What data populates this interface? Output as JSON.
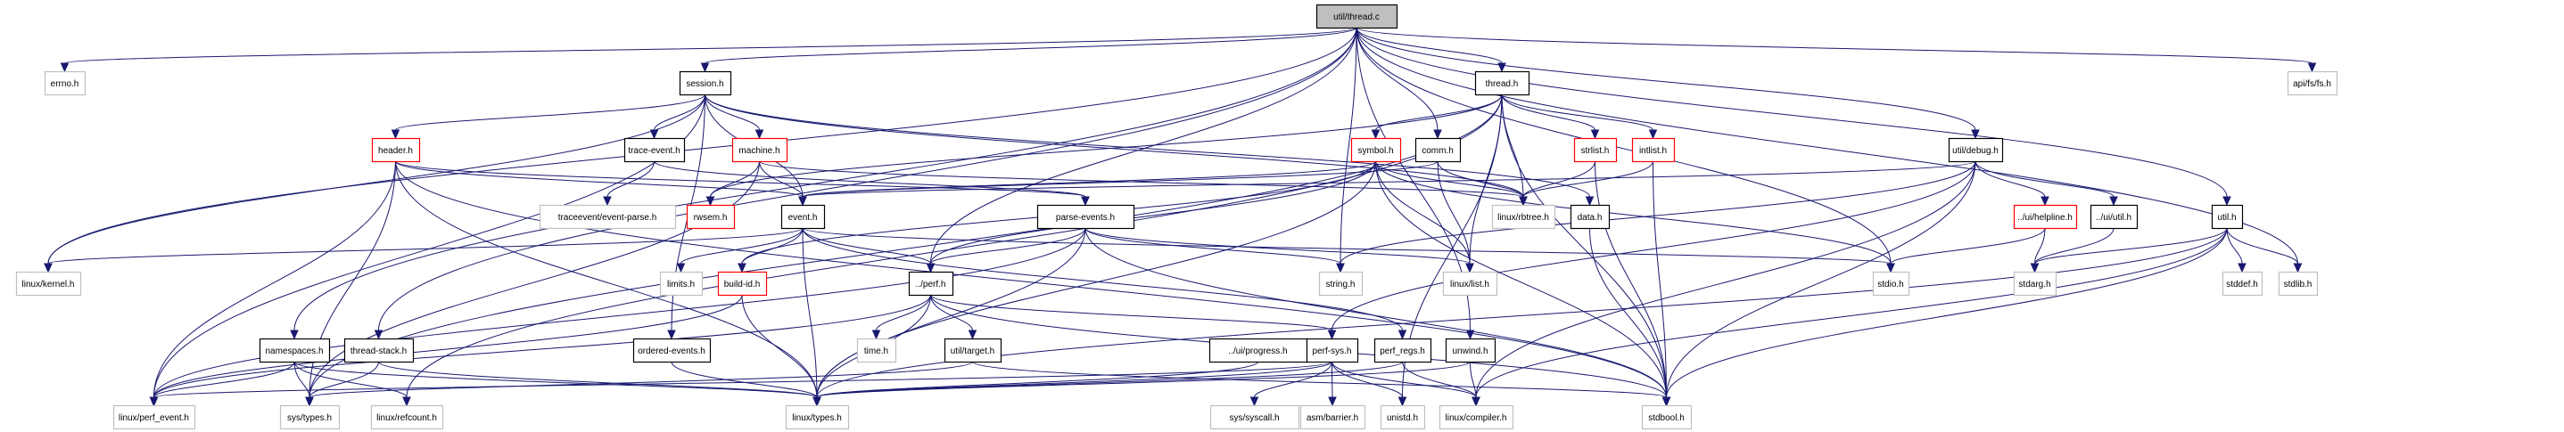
{
  "diagram": {
    "title": "util/thread.c",
    "type": "include-dependency-graph",
    "colors": {
      "edge": "#191970",
      "root_fill": "#bfbfbf",
      "documented_border": "#000000",
      "missing_border": "#ff0000",
      "external_border": "#bfbfbf",
      "node_fill": "#ffffff"
    },
    "nodes": [
      {
        "id": "thread_c",
        "label": "util/thread.c",
        "kind": "root"
      },
      {
        "id": "errno_h",
        "label": "errno.h",
        "kind": "external"
      },
      {
        "id": "api_fs_h",
        "label": "api/fs/fs.h",
        "kind": "external"
      },
      {
        "id": "session_h",
        "label": "session.h",
        "kind": "documented"
      },
      {
        "id": "thread_h",
        "label": "thread.h",
        "kind": "documented"
      },
      {
        "id": "header_h",
        "label": "header.h",
        "kind": "missing"
      },
      {
        "id": "trace_event_h",
        "label": "trace-event.h",
        "kind": "documented"
      },
      {
        "id": "machine_h",
        "label": "machine.h",
        "kind": "missing"
      },
      {
        "id": "symbol_h",
        "label": "symbol.h",
        "kind": "missing"
      },
      {
        "id": "comm_h",
        "label": "comm.h",
        "kind": "documented"
      },
      {
        "id": "strlist_h",
        "label": "strlist.h",
        "kind": "missing"
      },
      {
        "id": "intlist_h",
        "label": "intlist.h",
        "kind": "missing"
      },
      {
        "id": "debug_h",
        "label": "util/debug.h",
        "kind": "documented"
      },
      {
        "id": "event_parse_h",
        "label": "traceevent/event-parse.h",
        "kind": "external"
      },
      {
        "id": "rwsem_h",
        "label": "rwsem.h",
        "kind": "missing"
      },
      {
        "id": "event_h",
        "label": "event.h",
        "kind": "documented"
      },
      {
        "id": "parse_events_h",
        "label": "parse-events.h",
        "kind": "documented"
      },
      {
        "id": "rbtree_h",
        "label": "linux/rbtree.h",
        "kind": "external"
      },
      {
        "id": "data_h",
        "label": "data.h",
        "kind": "documented"
      },
      {
        "id": "helpline_h",
        "label": "../ui/helpline.h",
        "kind": "missing"
      },
      {
        "id": "ui_util_h",
        "label": "../ui/util.h",
        "kind": "documented"
      },
      {
        "id": "util_h",
        "label": "util.h",
        "kind": "documented"
      },
      {
        "id": "kernel_h",
        "label": "linux/kernel.h",
        "kind": "external"
      },
      {
        "id": "limits_h",
        "label": "limits.h",
        "kind": "external"
      },
      {
        "id": "build_id_h",
        "label": "build-id.h",
        "kind": "missing"
      },
      {
        "id": "perf_h",
        "label": "../perf.h",
        "kind": "documented"
      },
      {
        "id": "string_h",
        "label": "string.h",
        "kind": "external"
      },
      {
        "id": "list_h",
        "label": "linux/list.h",
        "kind": "external"
      },
      {
        "id": "stdio_h",
        "label": "stdio.h",
        "kind": "external"
      },
      {
        "id": "stdarg_h",
        "label": "stdarg.h",
        "kind": "external"
      },
      {
        "id": "stddef_h",
        "label": "stddef.h",
        "kind": "external"
      },
      {
        "id": "stdlib_h",
        "label": "stdlib.h",
        "kind": "external"
      },
      {
        "id": "namespaces_h",
        "label": "namespaces.h",
        "kind": "documented"
      },
      {
        "id": "thread_stack_h",
        "label": "thread-stack.h",
        "kind": "documented"
      },
      {
        "id": "ordered_events_h",
        "label": "ordered-events.h",
        "kind": "documented"
      },
      {
        "id": "time_h",
        "label": "time.h",
        "kind": "external"
      },
      {
        "id": "target_h",
        "label": "util/target.h",
        "kind": "documented"
      },
      {
        "id": "progress_h",
        "label": "../ui/progress.h",
        "kind": "documented"
      },
      {
        "id": "perf_sys_h",
        "label": "perf-sys.h",
        "kind": "documented"
      },
      {
        "id": "perf_regs_h",
        "label": "perf_regs.h",
        "kind": "documented"
      },
      {
        "id": "unwind_h",
        "label": "unwind.h",
        "kind": "documented"
      },
      {
        "id": "perf_event_h",
        "label": "linux/perf_event.h",
        "kind": "external"
      },
      {
        "id": "sys_types_h",
        "label": "sys/types.h",
        "kind": "external"
      },
      {
        "id": "refcount_h",
        "label": "linux/refcount.h",
        "kind": "external"
      },
      {
        "id": "linux_types_h",
        "label": "linux/types.h",
        "kind": "external"
      },
      {
        "id": "syscall_h",
        "label": "sys/syscall.h",
        "kind": "external"
      },
      {
        "id": "barrier_h",
        "label": "asm/barrier.h",
        "kind": "external"
      },
      {
        "id": "unistd_h",
        "label": "unistd.h",
        "kind": "external"
      },
      {
        "id": "compiler_h",
        "label": "linux/compiler.h",
        "kind": "external"
      },
      {
        "id": "stdbool_h",
        "label": "stdbool.h",
        "kind": "external"
      }
    ],
    "edges": [
      [
        "thread_c",
        "errno_h"
      ],
      [
        "thread_c",
        "api_fs_h"
      ],
      [
        "thread_c",
        "session_h"
      ],
      [
        "thread_c",
        "thread_h"
      ],
      [
        "thread_c",
        "kernel_h"
      ],
      [
        "thread_c",
        "comm_h"
      ],
      [
        "thread_c",
        "debug_h"
      ],
      [
        "thread_c",
        "util_h"
      ],
      [
        "thread_c",
        "namespaces_h"
      ],
      [
        "thread_c",
        "thread_stack_h"
      ],
      [
        "thread_c",
        "perf_h"
      ],
      [
        "thread_c",
        "string_h"
      ],
      [
        "thread_c",
        "unwind_h"
      ],
      [
        "thread_c",
        "stdio_h"
      ],
      [
        "thread_c",
        "stdlib_h"
      ],
      [
        "session_h",
        "header_h"
      ],
      [
        "session_h",
        "trace_event_h"
      ],
      [
        "session_h",
        "machine_h"
      ],
      [
        "session_h",
        "event_h"
      ],
      [
        "session_h",
        "rbtree_h"
      ],
      [
        "session_h",
        "data_h"
      ],
      [
        "session_h",
        "ordered_events_h"
      ],
      [
        "session_h",
        "perf_event_h"
      ],
      [
        "session_h",
        "kernel_h"
      ],
      [
        "header_h",
        "event_h"
      ],
      [
        "header_h",
        "perf_event_h"
      ],
      [
        "header_h",
        "sys_types_h"
      ],
      [
        "header_h",
        "linux_types_h"
      ],
      [
        "header_h",
        "stdbool_h"
      ],
      [
        "header_h",
        "parse_events_h"
      ],
      [
        "trace_event_h",
        "event_parse_h"
      ],
      [
        "trace_event_h",
        "parse_events_h"
      ],
      [
        "machine_h",
        "rwsem_h"
      ],
      [
        "machine_h",
        "event_h"
      ],
      [
        "machine_h",
        "sys_types_h"
      ],
      [
        "machine_h",
        "rbtree_h"
      ],
      [
        "thread_h",
        "symbol_h"
      ],
      [
        "thread_h",
        "rbtree_h"
      ],
      [
        "thread_h",
        "strlist_h"
      ],
      [
        "thread_h",
        "intlist_h"
      ],
      [
        "thread_h",
        "list_h"
      ],
      [
        "thread_h",
        "rwsem_h"
      ],
      [
        "thread_h",
        "sys_types_h"
      ],
      [
        "thread_h",
        "refcount_h"
      ],
      [
        "thread_h",
        "stdbool_h"
      ],
      [
        "thread_h",
        "unistd_h"
      ],
      [
        "symbol_h",
        "event_h"
      ],
      [
        "symbol_h",
        "build_id_h"
      ],
      [
        "symbol_h",
        "perf_h"
      ],
      [
        "symbol_h",
        "rbtree_h"
      ],
      [
        "symbol_h",
        "list_h"
      ],
      [
        "symbol_h",
        "linux_types_h"
      ],
      [
        "symbol_h",
        "stdio_h"
      ],
      [
        "symbol_h",
        "stdbool_h"
      ],
      [
        "comm_h",
        "rbtree_h"
      ],
      [
        "comm_h",
        "list_h"
      ],
      [
        "comm_h",
        "event_h"
      ],
      [
        "strlist_h",
        "rbtree_h"
      ],
      [
        "strlist_h",
        "stdbool_h"
      ],
      [
        "intlist_h",
        "rbtree_h"
      ],
      [
        "intlist_h",
        "stdbool_h"
      ],
      [
        "debug_h",
        "event_h"
      ],
      [
        "debug_h",
        "helpline_h"
      ],
      [
        "debug_h",
        "ui_util_h"
      ],
      [
        "debug_h",
        "stdbool_h"
      ],
      [
        "debug_h",
        "string_h"
      ],
      [
        "debug_h",
        "compiler_h"
      ],
      [
        "debug_h",
        "perf_sys_h"
      ],
      [
        "event_h",
        "limits_h"
      ],
      [
        "event_h",
        "build_id_h"
      ],
      [
        "event_h",
        "perf_h"
      ],
      [
        "event_h",
        "stdio_h"
      ],
      [
        "event_h",
        "kernel_h"
      ],
      [
        "event_h",
        "perf_regs_h"
      ],
      [
        "event_h",
        "linux_types_h"
      ],
      [
        "parse_events_h",
        "perf_h"
      ],
      [
        "parse_events_h",
        "list_h"
      ],
      [
        "parse_events_h",
        "string_h"
      ],
      [
        "parse_events_h",
        "stdbool_h"
      ],
      [
        "parse_events_h",
        "linux_types_h"
      ],
      [
        "parse_events_h",
        "perf_event_h"
      ],
      [
        "data_h",
        "stdbool_h"
      ],
      [
        "helpline_h",
        "stdio_h"
      ],
      [
        "helpline_h",
        "stdarg_h"
      ],
      [
        "ui_util_h",
        "stdarg_h"
      ],
      [
        "util_h",
        "stdarg_h"
      ],
      [
        "util_h",
        "stddef_h"
      ],
      [
        "util_h",
        "stdlib_h"
      ],
      [
        "util_h",
        "stdbool_h"
      ],
      [
        "util_h",
        "linux_types_h"
      ],
      [
        "util_h",
        "compiler_h"
      ],
      [
        "build_id_h",
        "linux_types_h"
      ],
      [
        "build_id_h",
        "perf_event_h"
      ],
      [
        "perf_h",
        "time_h"
      ],
      [
        "perf_h",
        "target_h"
      ],
      [
        "perf_h",
        "linux_types_h"
      ],
      [
        "perf_h",
        "perf_sys_h"
      ],
      [
        "perf_h",
        "stdbool_h"
      ],
      [
        "perf_h",
        "perf_event_h"
      ],
      [
        "namespaces_h",
        "perf_event_h"
      ],
      [
        "namespaces_h",
        "sys_types_h"
      ],
      [
        "namespaces_h",
        "refcount_h"
      ],
      [
        "namespaces_h",
        "linux_types_h"
      ],
      [
        "thread_stack_h",
        "sys_types_h"
      ],
      [
        "thread_stack_h",
        "linux_types_h"
      ],
      [
        "ordered_events_h",
        "linux_types_h"
      ],
      [
        "target_h",
        "stdbool_h"
      ],
      [
        "target_h",
        "sys_types_h"
      ],
      [
        "progress_h",
        "linux_types_h"
      ],
      [
        "perf_sys_h",
        "syscall_h"
      ],
      [
        "perf_sys_h",
        "barrier_h"
      ],
      [
        "perf_sys_h",
        "unistd_h"
      ],
      [
        "perf_sys_h",
        "compiler_h"
      ],
      [
        "perf_sys_h",
        "linux_types_h"
      ],
      [
        "perf_sys_h",
        "perf_event_h"
      ],
      [
        "perf_regs_h",
        "compiler_h"
      ],
      [
        "perf_regs_h",
        "linux_types_h"
      ],
      [
        "unwind_h",
        "compiler_h"
      ],
      [
        "unwind_h",
        "linux_types_h"
      ]
    ]
  }
}
